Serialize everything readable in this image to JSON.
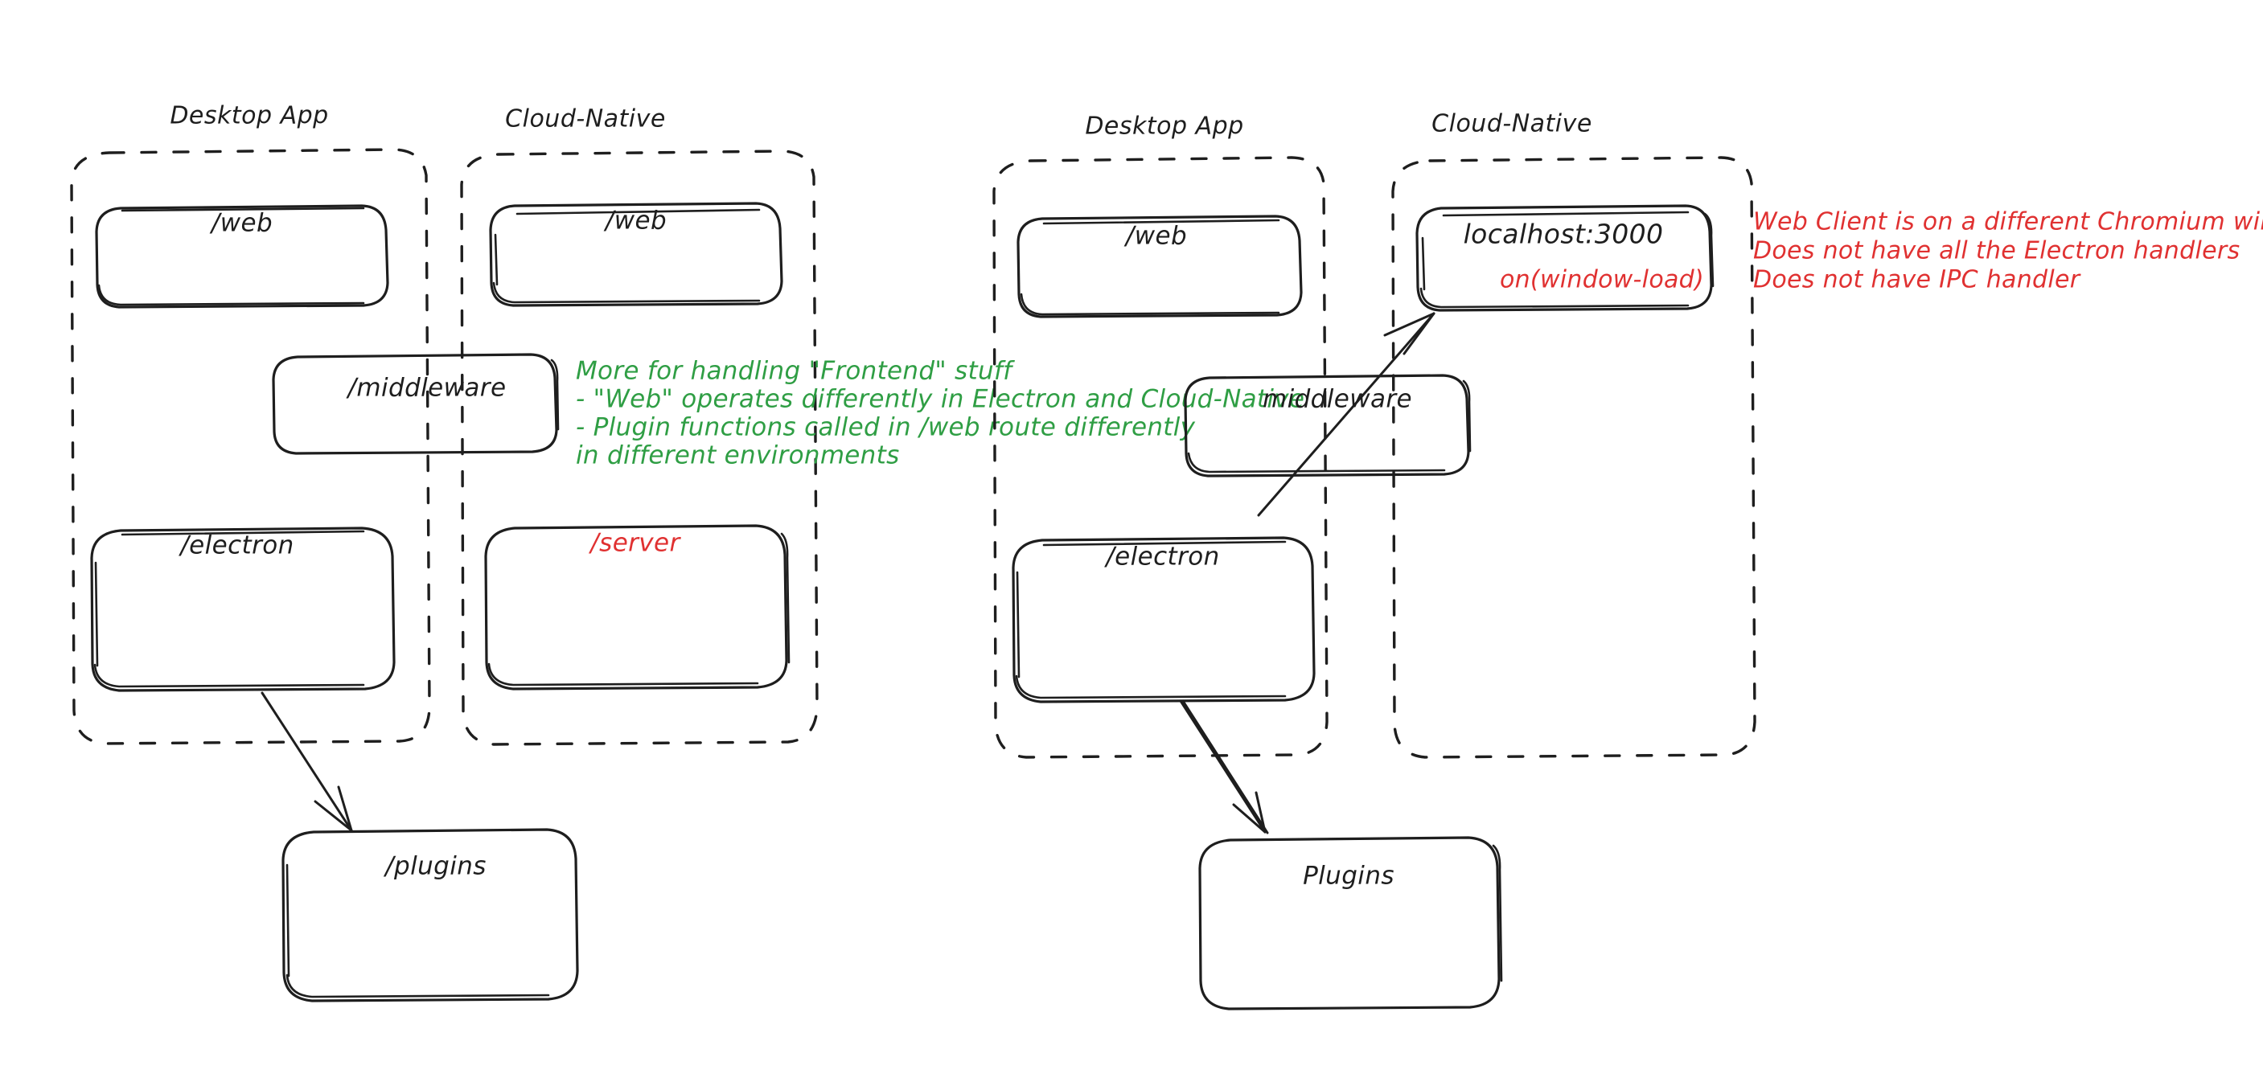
{
  "diagram": {
    "title_style": "hand-drawn architecture sketch",
    "colors": {
      "stroke": "#1e1e1e",
      "green_note": "#2f9e44",
      "red_note": "#e03131",
      "background": "#ffffff"
    },
    "left_diagram": {
      "groups": [
        {
          "label": "Desktop App"
        },
        {
          "label": "Cloud-Native"
        }
      ],
      "boxes": [
        {
          "label": "/web",
          "color": "black"
        },
        {
          "label": "/web",
          "color": "black"
        },
        {
          "label": "/middleware",
          "color": "black"
        },
        {
          "label": "/electron",
          "color": "black"
        },
        {
          "label": "/server",
          "color": "red"
        },
        {
          "label": "/plugins",
          "color": "black"
        }
      ],
      "note_green": [
        "More for handling \"Frontend\" stuff",
        "- \"Web\" operates differently in Electron and Cloud-Native",
        "- Plugin functions called in /web route differently",
        "in different environments"
      ]
    },
    "right_diagram": {
      "groups": [
        {
          "label": "Desktop App"
        },
        {
          "label": "Cloud-Native"
        }
      ],
      "boxes": [
        {
          "label": "/web",
          "color": "black"
        },
        {
          "label": "localhost:3000",
          "sublabel": "on(window-load)",
          "color": "black",
          "sublabel_color": "red"
        },
        {
          "label": "middleware",
          "color": "black"
        },
        {
          "label": "/electron",
          "color": "black"
        },
        {
          "label": "Plugins",
          "color": "black"
        }
      ],
      "note_red": [
        "Web Client is on a different Chromium window",
        "Does not have all the Electron handlers",
        "Does not have IPC handler"
      ]
    }
  }
}
